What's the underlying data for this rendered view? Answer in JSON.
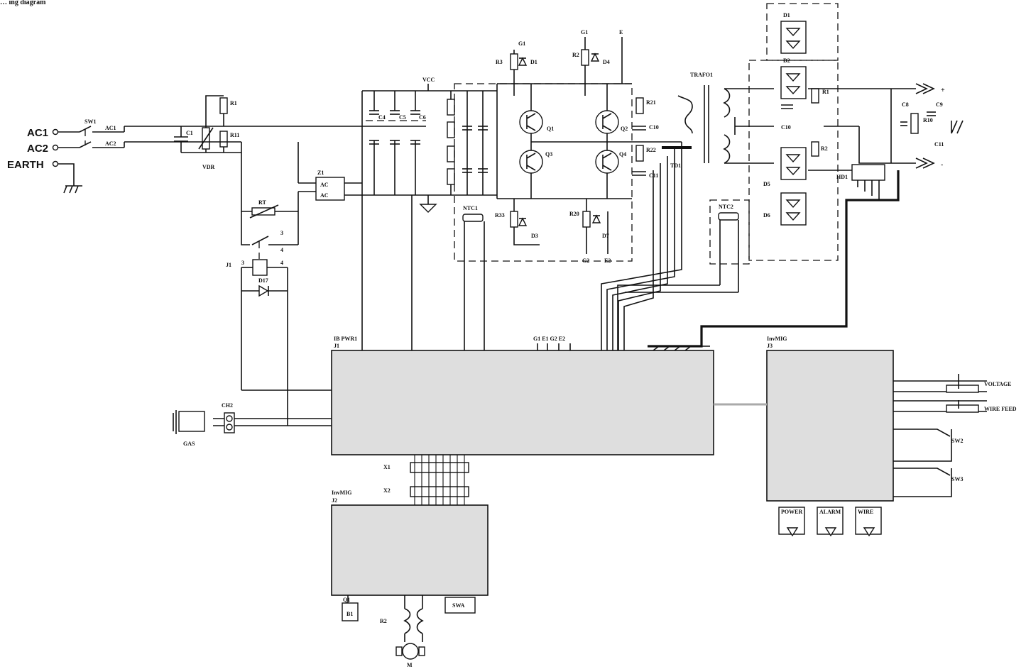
{
  "diagram_title": "… ing diagram",
  "inputs": {
    "ac1": "AC1",
    "ac2": "AC2",
    "earth": "EARTH"
  },
  "labels": {
    "sw1": "SW1",
    "c1": "C1",
    "r1": "R1",
    "r11": "R11",
    "vdr": "VDR",
    "z1": "Z1",
    "rt": "RT",
    "j1": "J1",
    "d17": "D17",
    "vcc": "VCC",
    "c4": "C4",
    "c5": "C5",
    "c6": "C6",
    "r3": "R3",
    "d1": "D1",
    "r2": "R2",
    "d4": "D4",
    "q1": "Q1",
    "q2": "Q2",
    "q3": "Q3",
    "q4": "Q4",
    "r21": "R21",
    "c10": "C10",
    "r22": "R22",
    "c11": "C11",
    "ntc1": "NTC1",
    "ntc2": "NTC2",
    "td1": "TD1",
    "trafo": "TRAFO1",
    "d_top1": "D1",
    "d_top2": "D2",
    "d5": "D5",
    "d6": "D6",
    "rc1": "R1",
    "rc2": "R2",
    "hd": "HD1",
    "cout1": "C8",
    "cout2": "C9",
    "rout": "R10",
    "cout3": "C11",
    "plus": "+",
    "minus": "-",
    "main_board": "IB PWR1",
    "main_board_sub": "J1",
    "board2": "InvMIG",
    "board2_sub": "J2",
    "board3": "InvMIG",
    "board3_sub": "J3",
    "connector_a": "X1",
    "connector_b": "X2",
    "ch2": "CH2",
    "gas": "GAS",
    "voltage": "VOLTAGE",
    "wire_feed": "WIRE FEED",
    "sw2": "SW2",
    "sw3": "SW3",
    "led1": "POWER",
    "led2": "ALARM",
    "led3": "WIRE",
    "motor": "M",
    "r_motor": "R2",
    "swa": "SWA",
    "q_fan": "Q1",
    "bat": "B1"
  }
}
